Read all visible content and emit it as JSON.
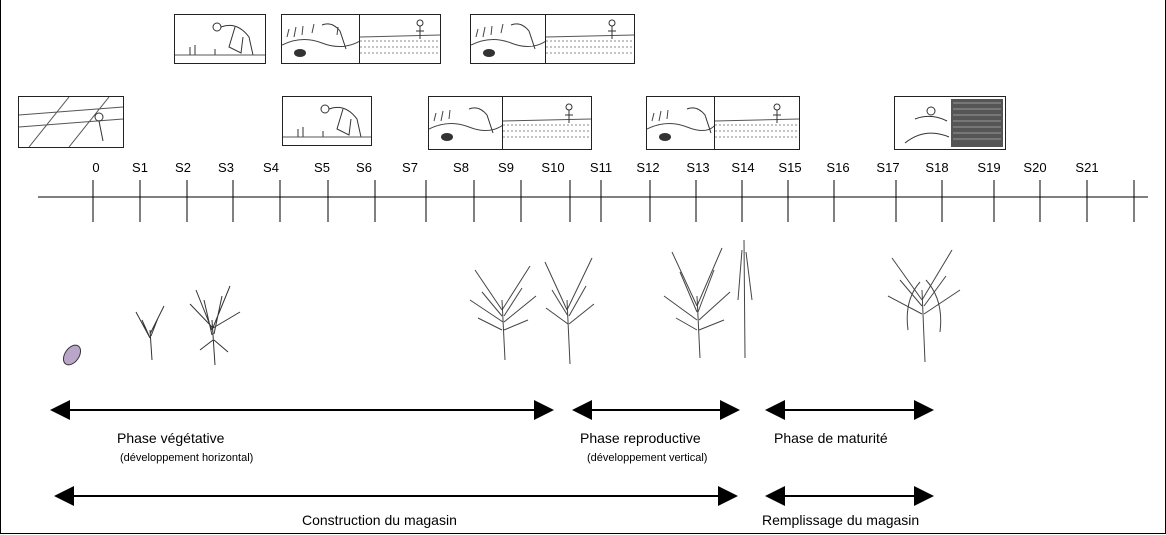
{
  "timeline": {
    "labels": [
      "0",
      "S1",
      "S2",
      "S3",
      "S4",
      "S5",
      "S6",
      "S7",
      "S8",
      "S9",
      "S10",
      "S11",
      "S12",
      "S13",
      "S14",
      "S15",
      "S16",
      "S17",
      "S18",
      "S19",
      "S20",
      "S21"
    ]
  },
  "phases": {
    "vegetative_title": "Phase végétative",
    "vegetative_sub": "(développement horizontal)",
    "reproductive_title": "Phase reproductive",
    "reproductive_sub": "(développement vertical)",
    "maturity_title": "Phase de maturité"
  },
  "storage": {
    "construction": "Construction du magasin",
    "filling": "Remplissage du magasin"
  },
  "illustrations": {
    "top_row": [
      "transplanting-illustration",
      "weeding-illustration",
      "weeding-illustration"
    ],
    "second_row": [
      "field-preparation-illustration",
      "transplanting-illustration",
      "weeding-illustration",
      "weeding-illustration",
      "harvest-illustration"
    ]
  }
}
